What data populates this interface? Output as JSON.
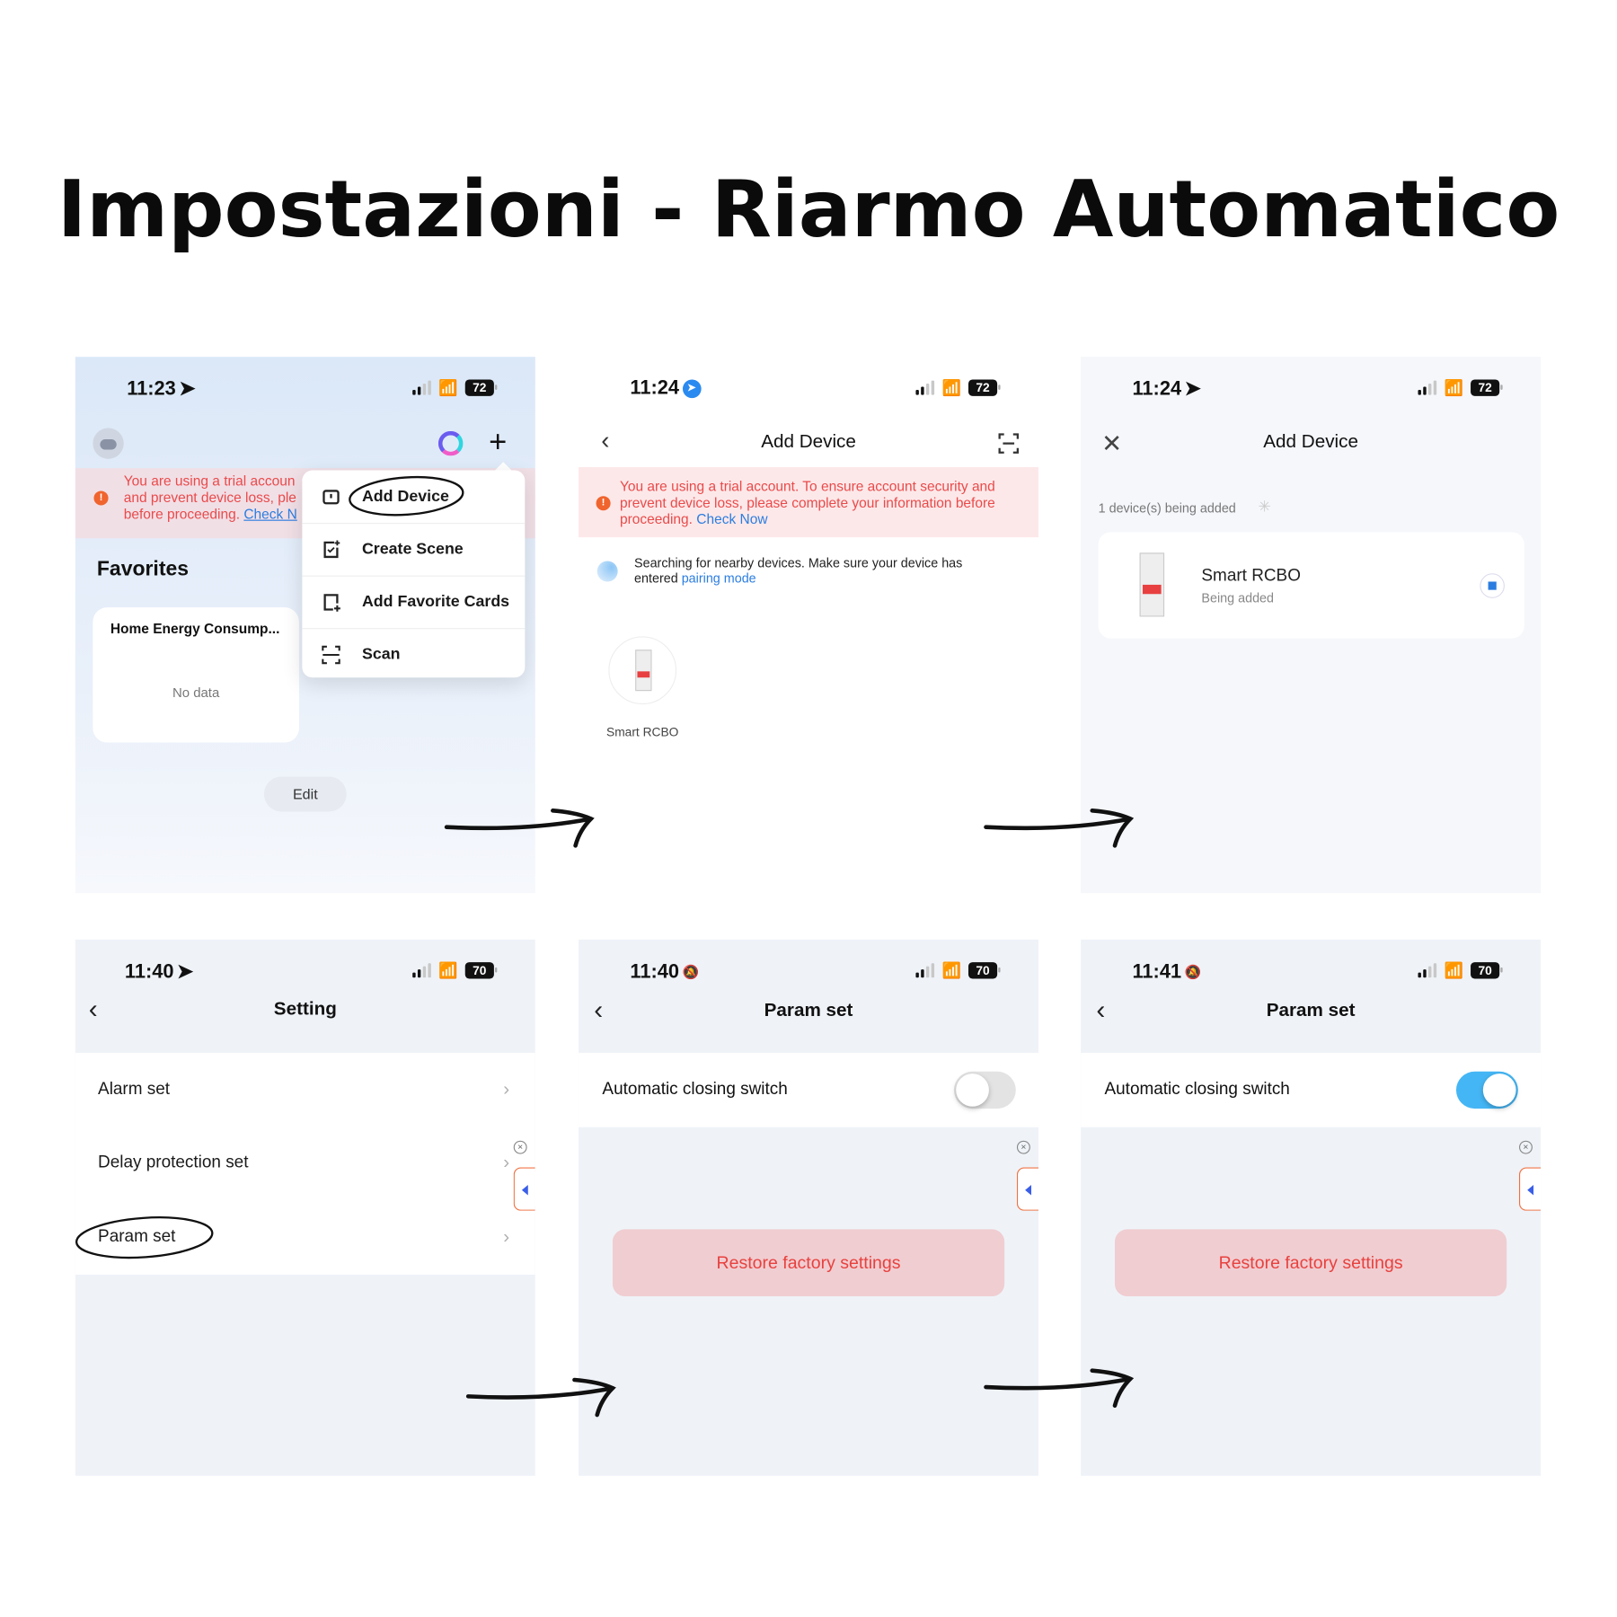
{
  "page_title": "Impostazioni - Riarmo Automatico",
  "screens": {
    "home": {
      "time": "11:23",
      "battery": "72",
      "favorites": "Favorites",
      "card_title": "Home Energy Consump...",
      "card_empty": "No data",
      "edit": "Edit",
      "banner_l1": "You are using a trial accoun",
      "banner_l2": "and prevent device loss, ple",
      "banner_l3": "before proceeding.",
      "banner_link": "Check N",
      "menu": [
        {
          "label": "Add Device",
          "icon": "add-device-icon"
        },
        {
          "label": "Create Scene",
          "icon": "create-scene-icon"
        },
        {
          "label": "Add Favorite Cards",
          "icon": "add-card-icon"
        },
        {
          "label": "Scan",
          "icon": "scan-icon"
        }
      ]
    },
    "add_device": {
      "time": "11:24",
      "battery": "72",
      "title": "Add Device",
      "banner": "You are using a trial account. To ensure account security and prevent device loss, please complete your information before proceeding.",
      "banner_link": "Check Now",
      "search": "Searching for nearby devices. Make sure your device has entered",
      "search_link": "pairing mode",
      "device": "Smart RCBO"
    },
    "adding": {
      "time": "11:24",
      "battery": "72",
      "title": "Add Device",
      "count": "1 device(s) being added",
      "device": "Smart RCBO",
      "status": "Being added"
    },
    "setting": {
      "time": "11:40",
      "battery": "70",
      "title": "Setting",
      "items": [
        "Alarm set",
        "Delay protection set",
        "Param set"
      ]
    },
    "param_off": {
      "time": "11:40",
      "battery": "70",
      "title": "Param set",
      "switch_label": "Automatic closing switch",
      "switch_on": false,
      "restore": "Restore factory settings"
    },
    "param_on": {
      "time": "11:41",
      "battery": "70",
      "title": "Param set",
      "switch_label": "Automatic closing switch",
      "switch_on": true,
      "restore": "Restore factory settings"
    }
  },
  "colors": {
    "accent": "#2b7de0",
    "danger": "#e8413e",
    "toggle_on": "#45b6f5"
  }
}
